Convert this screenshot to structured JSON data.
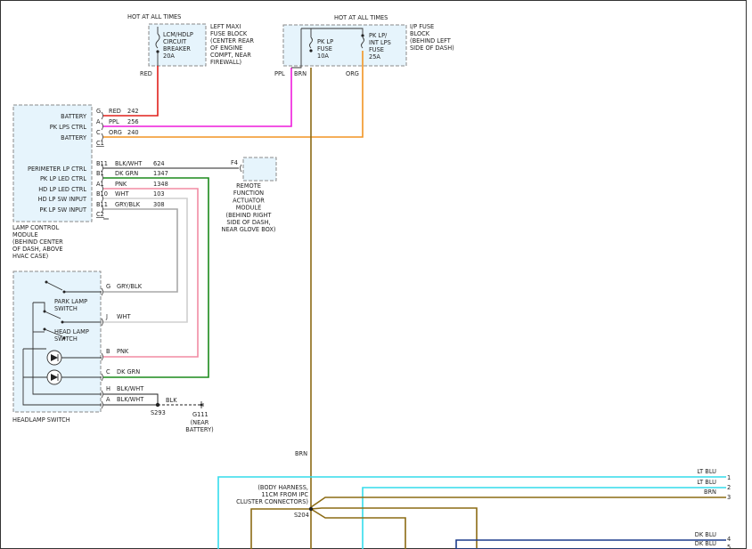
{
  "colors": {
    "red": "#e0201c",
    "ppl": "#ee1cdc",
    "org": "#f29422",
    "brn": "#8c6b14",
    "dkgrn": "#1c8a1c",
    "pnk": "#f28ca4",
    "wht": "#cfcfcf",
    "grayblk": "#a8a8a8",
    "ltblu": "#34dcec",
    "dkblu": "#1c3c8c",
    "black": "#222222"
  },
  "top": {
    "hot_left": "HOT AT ALL TIMES",
    "hot_right": "HOT AT ALL TIMES"
  },
  "left_fuse_block": {
    "desc": [
      "LEFT MAXI",
      "FUSE BLOCK",
      "(CENTER REAR",
      "OF ENGINE",
      "COMPT, NEAR",
      "FIREWALL)"
    ],
    "breaker": [
      "LCM/HDLP",
      "CIRCUIT",
      "BREAKER",
      "20A"
    ],
    "wire": "RED"
  },
  "ip_fuse_block": {
    "desc": [
      "I/P FUSE",
      "BLOCK",
      "(BEHIND LEFT",
      "SIDE OF DASH)"
    ],
    "fuse1": [
      "PK LP",
      "FUSE",
      "10A"
    ],
    "fuse2": [
      "PK LP/",
      "INT LPS",
      "FUSE",
      "25A"
    ],
    "wire_ppl": "PPL",
    "wire_brn": "BRN",
    "wire_org": "ORG"
  },
  "lcm": {
    "rows": [
      {
        "label": "BATTERY",
        "pin": "G",
        "color": "RED",
        "circuit": "242"
      },
      {
        "label": "PK LPS CTRL",
        "pin": "A",
        "color": "PPL",
        "circuit": "256"
      },
      {
        "label": "BATTERY",
        "pin": "C",
        "color": "ORG",
        "circuit": "240"
      },
      {
        "label": "PERIMETER LP CTRL",
        "pin": "B11",
        "color": "BLK/WHT",
        "circuit": "624"
      },
      {
        "label": "PK LP LED CTRL",
        "pin": "B1",
        "color": "DK GRN",
        "circuit": "1347"
      },
      {
        "label": "HD LP LED CTRL",
        "pin": "A1",
        "color": "PNK",
        "circuit": "1348"
      },
      {
        "label": "HD LP SW INPUT",
        "pin": "B10",
        "color": "WHT",
        "circuit": "103"
      },
      {
        "label": "PK LP SW INPUT",
        "pin": "B11",
        "color": "GRY/BLK",
        "circuit": "308"
      }
    ],
    "conn1": "C1",
    "conn2": "C2",
    "desc": [
      "LAMP CONTROL",
      "MODULE",
      "(BEHIND CENTER",
      "OF DASH, ABOVE",
      "HVAC CASE)"
    ]
  },
  "rfa": {
    "pin": "F4",
    "desc": [
      "REMOTE",
      "FUNCTION",
      "ACTUATOR",
      "MODULE",
      "(BEHIND RIGHT",
      "SIDE OF DASH,",
      "NEAR GLOVE BOX)"
    ]
  },
  "headlamp_switch": {
    "park_label": [
      "PARK LAMP",
      "SWITCH"
    ],
    "head_label": [
      "HEAD LAMP",
      "SWITCH"
    ],
    "pins": [
      {
        "pin": "G",
        "color": "GRY/BLK"
      },
      {
        "pin": "J",
        "color": "WHT"
      },
      {
        "pin": "B",
        "color": "PNK"
      },
      {
        "pin": "C",
        "color": "DK GRN"
      },
      {
        "pin": "H",
        "color": "BLK/WHT"
      },
      {
        "pin": "A",
        "color": "BLK/WHT"
      }
    ],
    "desc": "HEADLAMP SWITCH"
  },
  "ground": {
    "wire": "BLK",
    "splice": "S293",
    "ground_id": "G111",
    "ground_desc": [
      "(NEAR",
      "BATTERY)"
    ]
  },
  "bottom": {
    "brn_label": "BRN",
    "splice_desc": [
      "(BODY HARNESS,",
      "11CM FROM IPC",
      "CLUSTER CONNECTORS)"
    ],
    "splice_id": "S204",
    "right_wires": [
      {
        "label": "LT BLU",
        "num": "1"
      },
      {
        "label": "LT BLU",
        "num": "2"
      },
      {
        "label": "BRN",
        "num": "3"
      },
      {
        "label": "DK BLU",
        "num": "4"
      },
      {
        "label": "DK BLU",
        "num": "5"
      }
    ]
  }
}
